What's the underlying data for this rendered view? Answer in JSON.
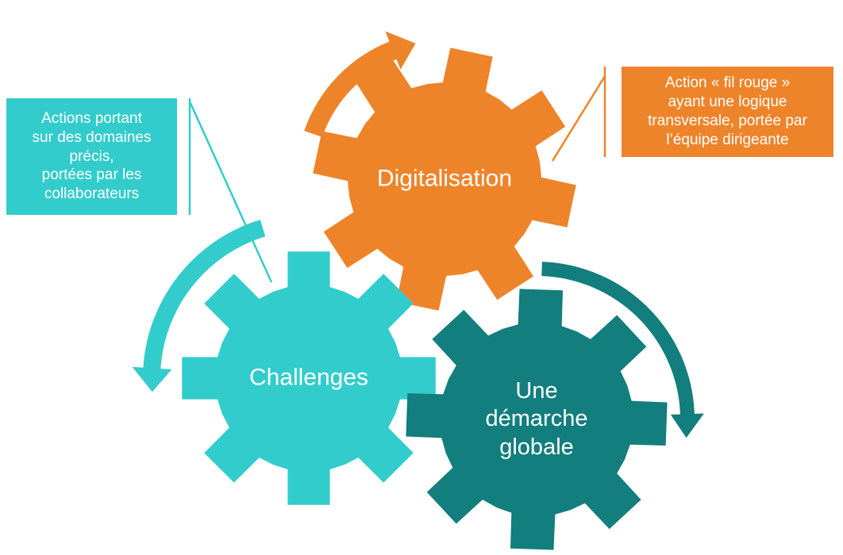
{
  "colors": {
    "orange": "#ee842a",
    "cyan": "#33cccc",
    "teal": "#137e7e",
    "white": "#ffffff"
  },
  "gears": {
    "digitalisation": {
      "label": "Digitalisation",
      "color": "#ee842a"
    },
    "challenges": {
      "label": "Challenges",
      "color": "#33cccc"
    },
    "demarche": {
      "lines": [
        "Une",
        "démarche",
        "globale"
      ],
      "color": "#137e7e"
    }
  },
  "callouts": {
    "left": {
      "lines": [
        "Actions portant",
        "sur des domaines",
        "précis,",
        "portées par les",
        "collaborateurs"
      ],
      "color": "#33cccc"
    },
    "right": {
      "lines": [
        "Action « fil rouge »",
        "ayant une logique",
        "transversale, portée par",
        "l’équipe dirigeante"
      ],
      "color": "#ee842a"
    }
  },
  "arrows": [
    {
      "name": "orange-rotation-arrow",
      "color": "#ee842a"
    },
    {
      "name": "cyan-rotation-arrow",
      "color": "#33cccc"
    },
    {
      "name": "teal-rotation-arrow",
      "color": "#137e7e"
    }
  ]
}
